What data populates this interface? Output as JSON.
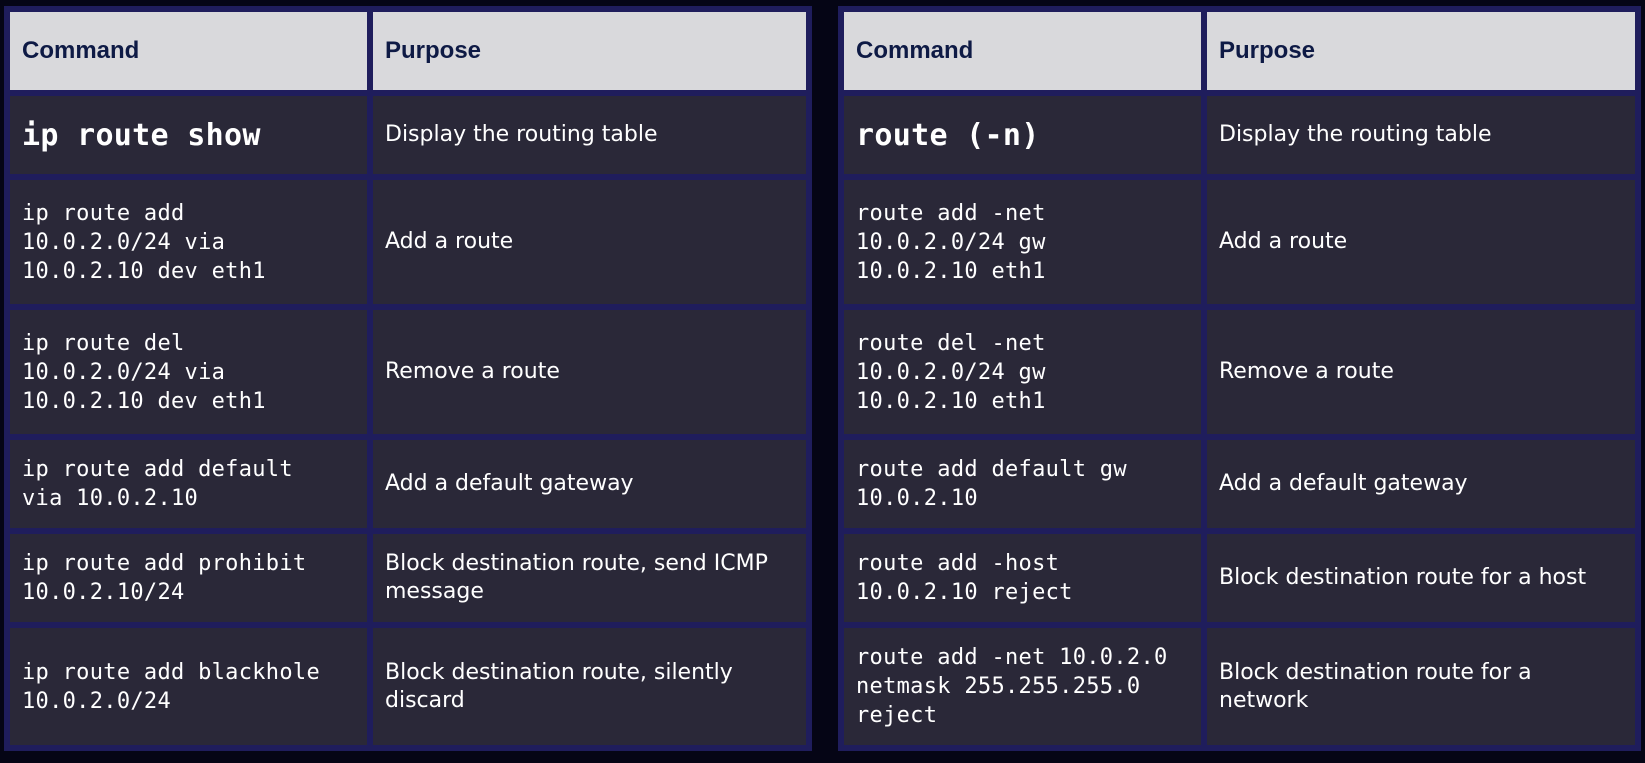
{
  "colors": {
    "page_background": "#050515",
    "panel_border": "#1f1d5c",
    "header_background": "#d9d9dc",
    "header_text": "#0e1a45",
    "row_background": "#2a2838",
    "row_text": "#ffffff"
  },
  "ip_table": {
    "headers": {
      "command": "Command",
      "purpose": "Purpose"
    },
    "rows": [
      {
        "command": "ip route show",
        "purpose": "Display the routing table"
      },
      {
        "command": "ip route add\n10.0.2.0/24 via\n10.0.2.10 dev eth1",
        "purpose": "Add a route"
      },
      {
        "command": "ip route del\n10.0.2.0/24 via\n10.0.2.10 dev eth1",
        "purpose": "Remove a route"
      },
      {
        "command": "ip route add default\nvia 10.0.2.10",
        "purpose": "Add a default gateway"
      },
      {
        "command": "ip route add prohibit\n10.0.2.10/24",
        "purpose": "Block destination route, send ICMP message"
      },
      {
        "command": "ip route add blackhole\n10.0.2.0/24",
        "purpose": "Block destination route, silently discard"
      }
    ]
  },
  "route_table": {
    "headers": {
      "command": "Command",
      "purpose": "Purpose"
    },
    "rows": [
      {
        "command": "route (-n)",
        "purpose": "Display the routing table"
      },
      {
        "command": "route add -net\n10.0.2.0/24 gw\n10.0.2.10 eth1",
        "purpose": "Add a route"
      },
      {
        "command": "route del -net\n10.0.2.0/24 gw\n10.0.2.10 eth1",
        "purpose": "Remove a route"
      },
      {
        "command": "route add default gw\n10.0.2.10",
        "purpose": "Add a default gateway"
      },
      {
        "command": "route add -host\n10.0.2.10 reject",
        "purpose": "Block destination route for a host"
      },
      {
        "command": "route add -net 10.0.2.0\nnetmask 255.255.255.0\nreject",
        "purpose": "Block destination route for a network"
      }
    ]
  }
}
